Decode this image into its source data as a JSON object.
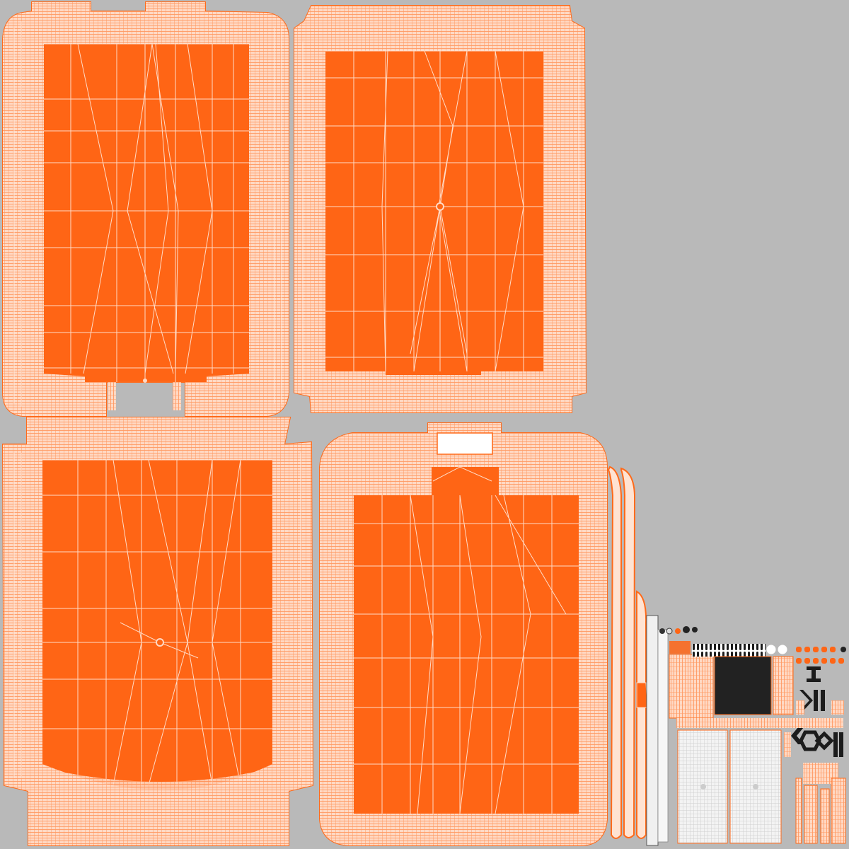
{
  "colors": {
    "background": "#b9b9b9",
    "shell_fill": "#ff6515",
    "wire_light": "#ffe3d2",
    "wire_dense": "#ffd8c2",
    "outline": "#ff6a1a",
    "dark_patch": "#222222",
    "white_patch": "#f2f2f2"
  },
  "uv_islands": [
    {
      "id": "shell-front-top-left"
    },
    {
      "id": "shell-back-top-right"
    },
    {
      "id": "shell-front-bottom-left"
    },
    {
      "id": "shell-back-bottom-right"
    },
    {
      "id": "handle-strips"
    },
    {
      "id": "small-parts-cluster"
    }
  ]
}
